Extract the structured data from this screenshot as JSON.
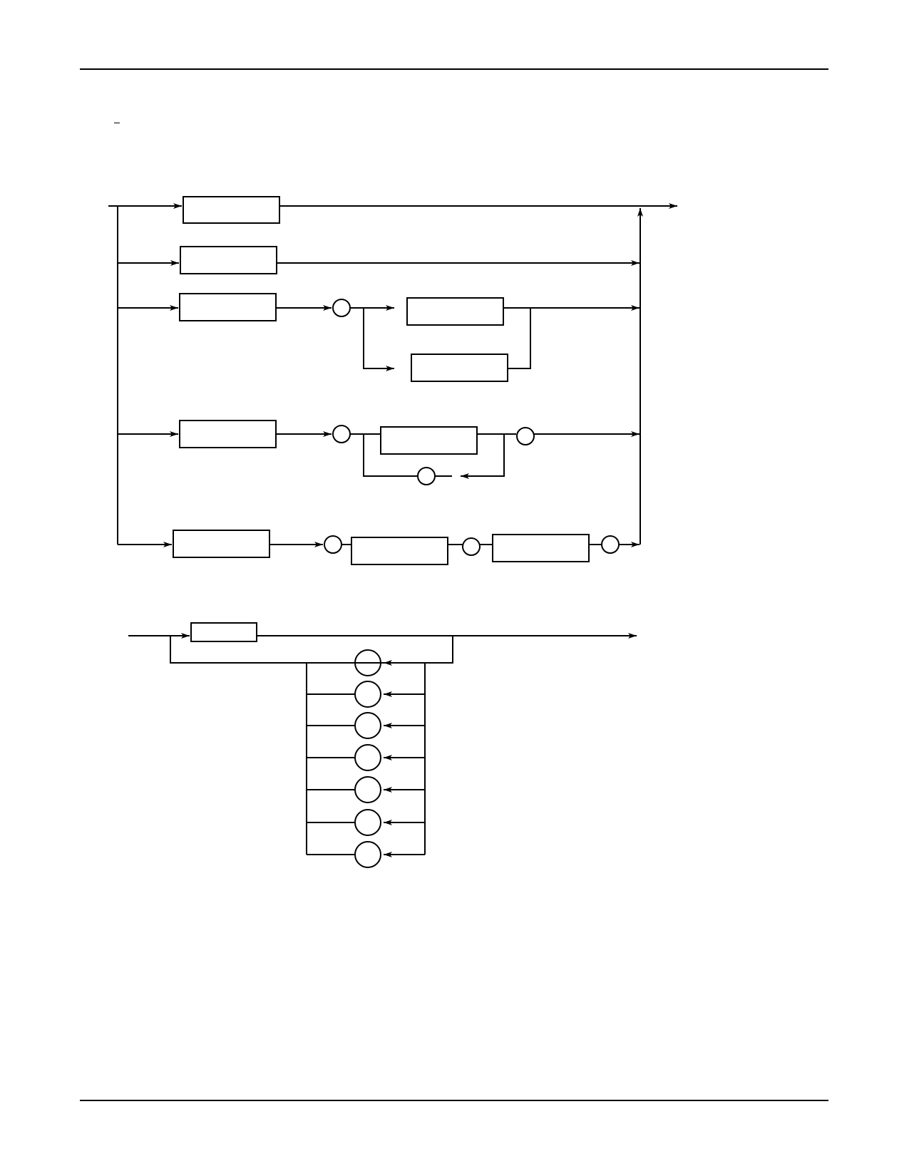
{
  "page": {
    "header_rule": "horizontal-rule",
    "footer_rule": "horizontal-rule",
    "stray_mark": "dash"
  },
  "colors": {
    "ink": "#000000",
    "paper": "#ffffff"
  },
  "diagrams": [
    {
      "name": "syntax-diagram-top",
      "kind": "railroad",
      "branches": 5,
      "boxes": 9,
      "circles": 8,
      "labels": []
    },
    {
      "name": "syntax-diagram-bottom",
      "kind": "railroad-loop",
      "boxes": 1,
      "loop_choices": 7,
      "labels": []
    }
  ]
}
